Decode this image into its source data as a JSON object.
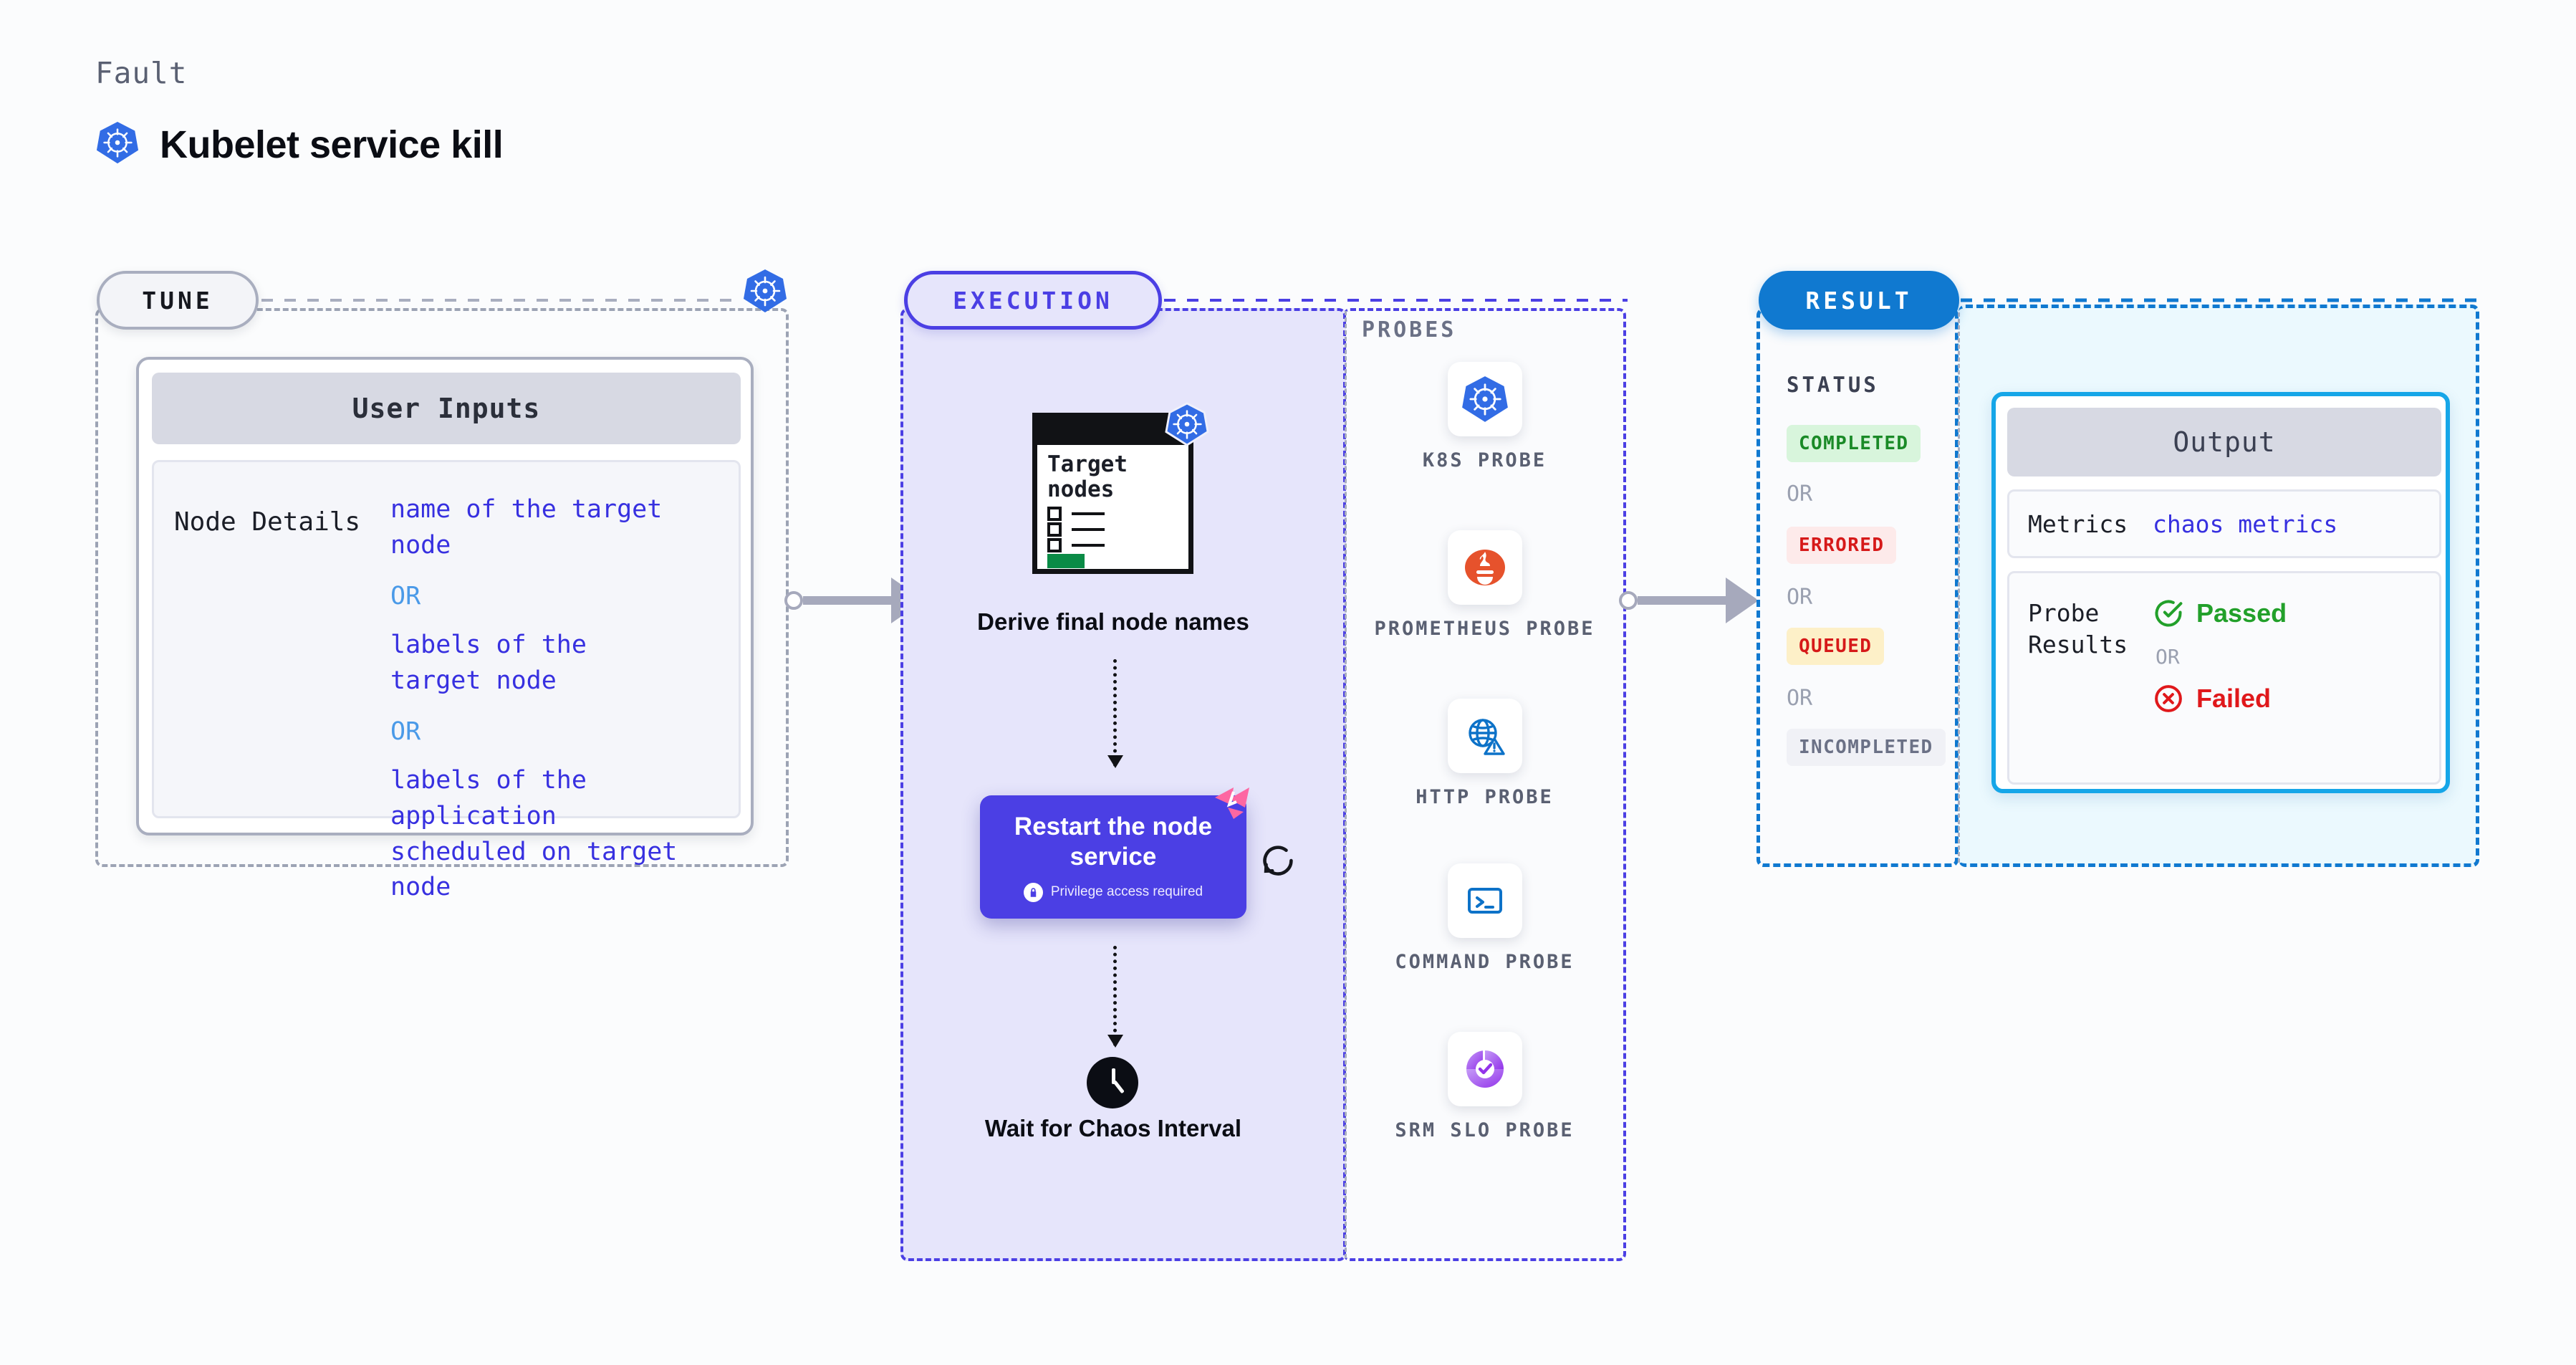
{
  "header": {
    "eyebrow": "Fault",
    "title": "Kubelet service kill",
    "icon": "kubernetes-icon"
  },
  "tune": {
    "badge": "TUNE",
    "corner_icon": "kubernetes-icon",
    "card": {
      "title": "User Inputs",
      "rows": [
        {
          "key": "Node Details",
          "lines": [
            "name of the target",
            "node"
          ],
          "or1": "OR",
          "lines2": [
            "labels of the",
            "target node"
          ],
          "or2": "OR",
          "lines3": [
            "labels of the application",
            " scheduled on target node"
          ]
        }
      ]
    }
  },
  "execution": {
    "badge": "EXECUTION",
    "nodes": {
      "derive": {
        "label": "Derive final node names",
        "card_title_line1": "Target",
        "card_title_line2": "nodes",
        "icon": "kubernetes-icon"
      },
      "restart": {
        "title": "Restart the node service",
        "subtitle": "Privilege access required",
        "lock_icon": "lock-icon",
        "corner_icon": "litmus-chaos-icon",
        "side_icon": "refresh-icon"
      },
      "wait": {
        "label": "Wait for Chaos Interval",
        "icon": "clock-icon"
      }
    }
  },
  "probes": {
    "label": "PROBES",
    "items": [
      {
        "name": "K8S PROBE",
        "icon": "kubernetes-icon"
      },
      {
        "name": "PROMETHEUS PROBE",
        "icon": "prometheus-icon"
      },
      {
        "name": "HTTP PROBE",
        "icon": "http-globe-warning-icon"
      },
      {
        "name": "COMMAND PROBE",
        "icon": "terminal-icon"
      },
      {
        "name": "SRM SLO PROBE",
        "icon": "srm-slo-icon"
      }
    ]
  },
  "result": {
    "badge": "RESULT",
    "status_label": "STATUS",
    "statuses": [
      {
        "label": "COMPLETED",
        "fg": "#1a8a27",
        "bg": "#d8f5dc"
      },
      {
        "label": "ERRORED",
        "fg": "#d61919",
        "bg": "#fdeaea"
      },
      {
        "label": "QUEUED",
        "fg": "#d61919",
        "bg": "#fdf0c8"
      },
      {
        "label": "INCOMPLETED",
        "fg": "#6b7186",
        "bg": "#f0f1f6"
      }
    ],
    "or": "OR"
  },
  "output": {
    "title": "Output",
    "metrics_key": "Metrics",
    "metrics_value": "chaos metrics",
    "probe_key_line1": "Probe",
    "probe_key_line2": "Results",
    "passed": "Passed",
    "failed": "Failed",
    "or": "OR",
    "passed_icon": "check-circle-icon",
    "failed_icon": "x-circle-icon"
  },
  "colors": {
    "accent_purple": "#4b3fe4",
    "accent_blue": "#1079d0",
    "accent_cyan": "#16a6e8",
    "k8s_blue": "#326ce5",
    "prometheus_orange": "#e6522c",
    "pink": "#fd67a2",
    "green": "#1a8a27",
    "red": "#d61919"
  }
}
